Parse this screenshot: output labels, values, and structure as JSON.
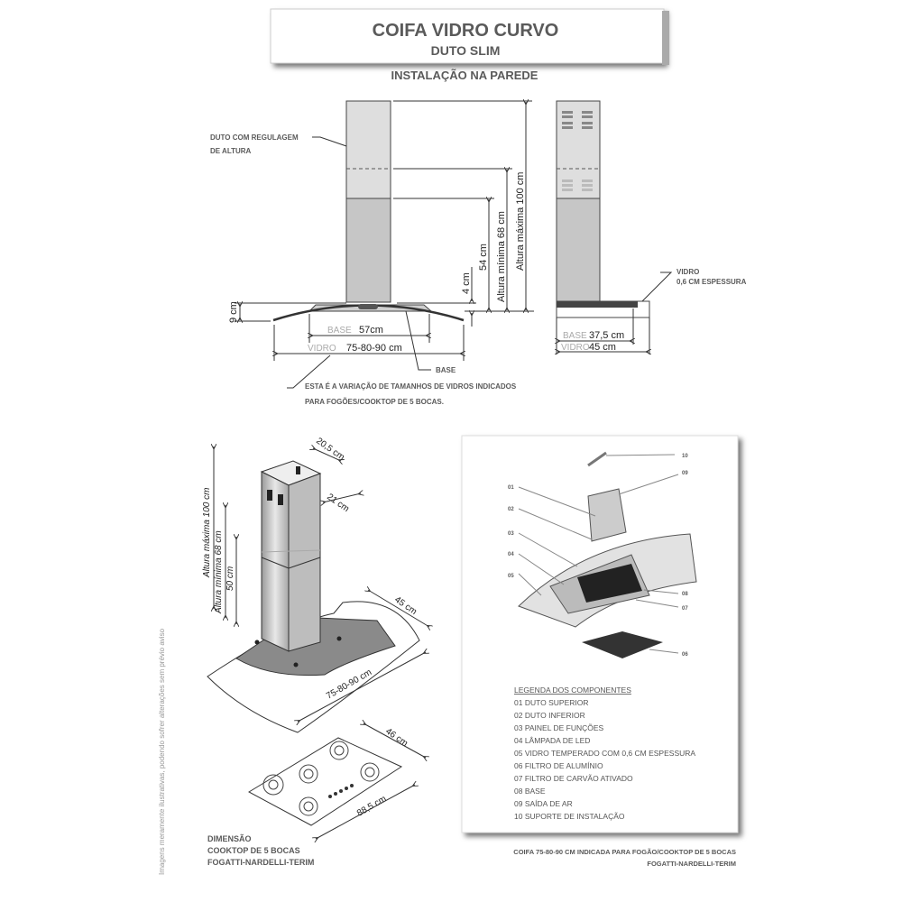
{
  "header": {
    "title": "COIFA VIDRO CURVO",
    "subtitle": "DUTO SLIM",
    "section": "INSTALAÇÃO NA PAREDE"
  },
  "front_view": {
    "duct_label_1": "DUTO COM REGULAGEM",
    "duct_label_2": "DE ALTURA",
    "max_height": "Altura máxima 100 cm",
    "min_height": "Altura mínima 68 cm",
    "lower_duct": "54 cm",
    "base_height": "4 cm",
    "glass_height": "9 cm",
    "base_word": "BASE",
    "base_width": "57cm",
    "glass_word": "VIDRO",
    "glass_width": "75-80-90 cm",
    "base_label": "BASE",
    "note_1": "ESTA É A VARIAÇÃO DE TAMANHOS DE VIDROS INDICADOS",
    "note_2": "PARA FOGÕES/COOKTOP DE 5 BOCAS."
  },
  "side_view": {
    "glass_label_1": "VIDRO",
    "glass_label_2": "0,6 CM ESPESSURA",
    "base_word": "BASE",
    "base_depth": "37,5 cm",
    "glass_word": "VIDRO",
    "glass_depth": "45 cm"
  },
  "iso_view": {
    "depth_top": "20,5 cm",
    "width_top": "21 cm",
    "max_height": "Altura máxima 100 cm",
    "min_height": "Altura mínima 68 cm",
    "lower": "50 cm",
    "glass_depth": "45 cm",
    "glass_width": "75-80-90 cm",
    "cooktop_depth": "46 cm",
    "cooktop_width": "88,5 cm",
    "caption_1": "DIMENSÃO",
    "caption_2": "COOKTOP DE 5 BOCAS",
    "caption_3": "FOGATTI-NARDELLI-TERIM",
    "disclaimer": "Imagens meramente ilustrativas, podendo sofrer alterações sem prévio aviso"
  },
  "exploded": {
    "callouts": [
      "01",
      "02",
      "03",
      "04",
      "05",
      "06",
      "07",
      "08",
      "09",
      "10"
    ],
    "legend_title": "LEGENDA DOS COMPONENTES",
    "legend": [
      "01 DUTO SUPERIOR",
      "02 DUTO INFERIOR",
      "03 PAINEL DE FUNÇÕES",
      "04 LÂMPADA DE LED",
      "05 VIDRO TEMPERADO COM 0,6 CM ESPESSURA",
      "06 FILTRO DE ALUMÍNIO",
      "07 FILTRO DE CARVÃO ATIVADO",
      "08 BASE",
      "09 SAÍDA DE AR",
      "10 SUPORTE DE  INSTALAÇÃO"
    ],
    "caption_1": "COIFA 75-80-90 CM INDICADA PARA FOGÃO/COOKTOP DE 5 BOCAS",
    "caption_2": "FOGATTI-NARDELLI-TERIM"
  }
}
